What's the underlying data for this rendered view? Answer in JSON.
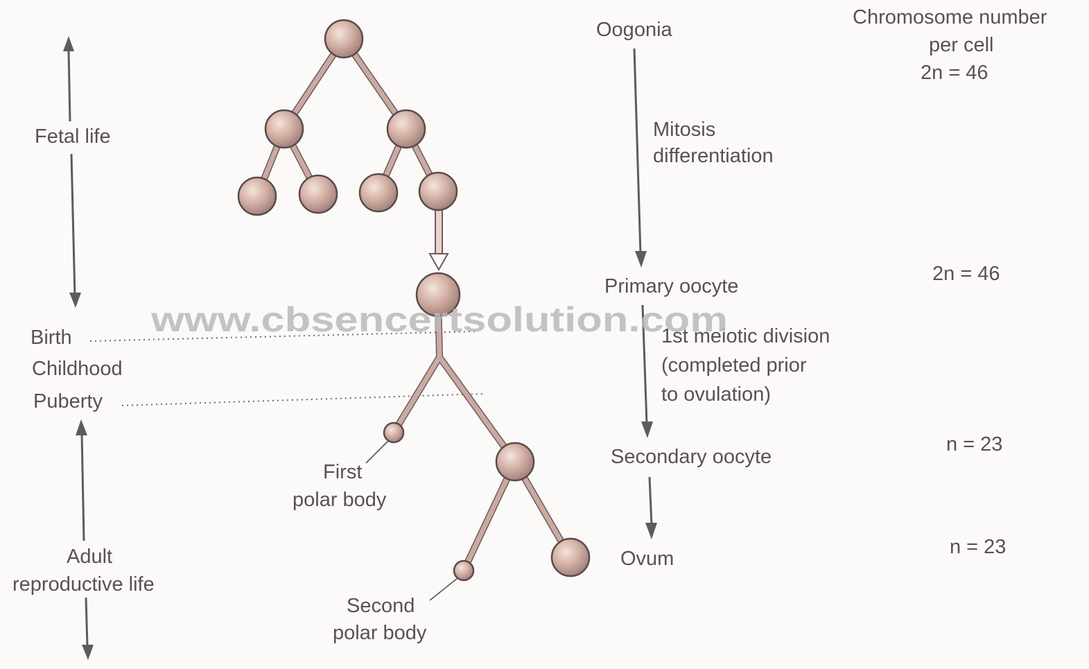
{
  "timeline": {
    "fetal_life": "Fetal life",
    "birth": "Birth",
    "childhood": "Childhood",
    "puberty": "Puberty",
    "adult_line1": "Adult",
    "adult_line2": "reproductive life"
  },
  "stages": {
    "oogonia": "Oogonia",
    "mitosis_line1": "Mitosis",
    "mitosis_line2": "differentiation",
    "primary_oocyte": "Primary oocyte",
    "meiosis_line1": "1st meiotic division",
    "meiosis_line2": "(completed prior",
    "meiosis_line3": "to ovulation)",
    "secondary_oocyte": "Secondary oocyte",
    "ovum": "Ovum"
  },
  "polar_bodies": {
    "first_line1": "First",
    "first_line2": "polar body",
    "second_line1": "Second",
    "second_line2": "polar body"
  },
  "chromosomes": {
    "header_line1": "Chromosome number",
    "header_line2": "per cell",
    "oogonia": "2n = 46",
    "primary_oocyte": "2n = 46",
    "secondary_oocyte": "n = 23",
    "ovum": "n = 23"
  },
  "watermark": "www.cbsencertsolution.com"
}
